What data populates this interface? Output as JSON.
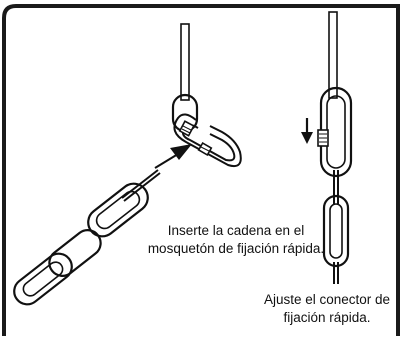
{
  "captions": {
    "insert_line1": "Inserte la cadena en el",
    "insert_line2": "mosquetón de fijación rápida.",
    "adjust_line1": "Ajuste el conector de",
    "adjust_line2": "fijación rápida."
  }
}
